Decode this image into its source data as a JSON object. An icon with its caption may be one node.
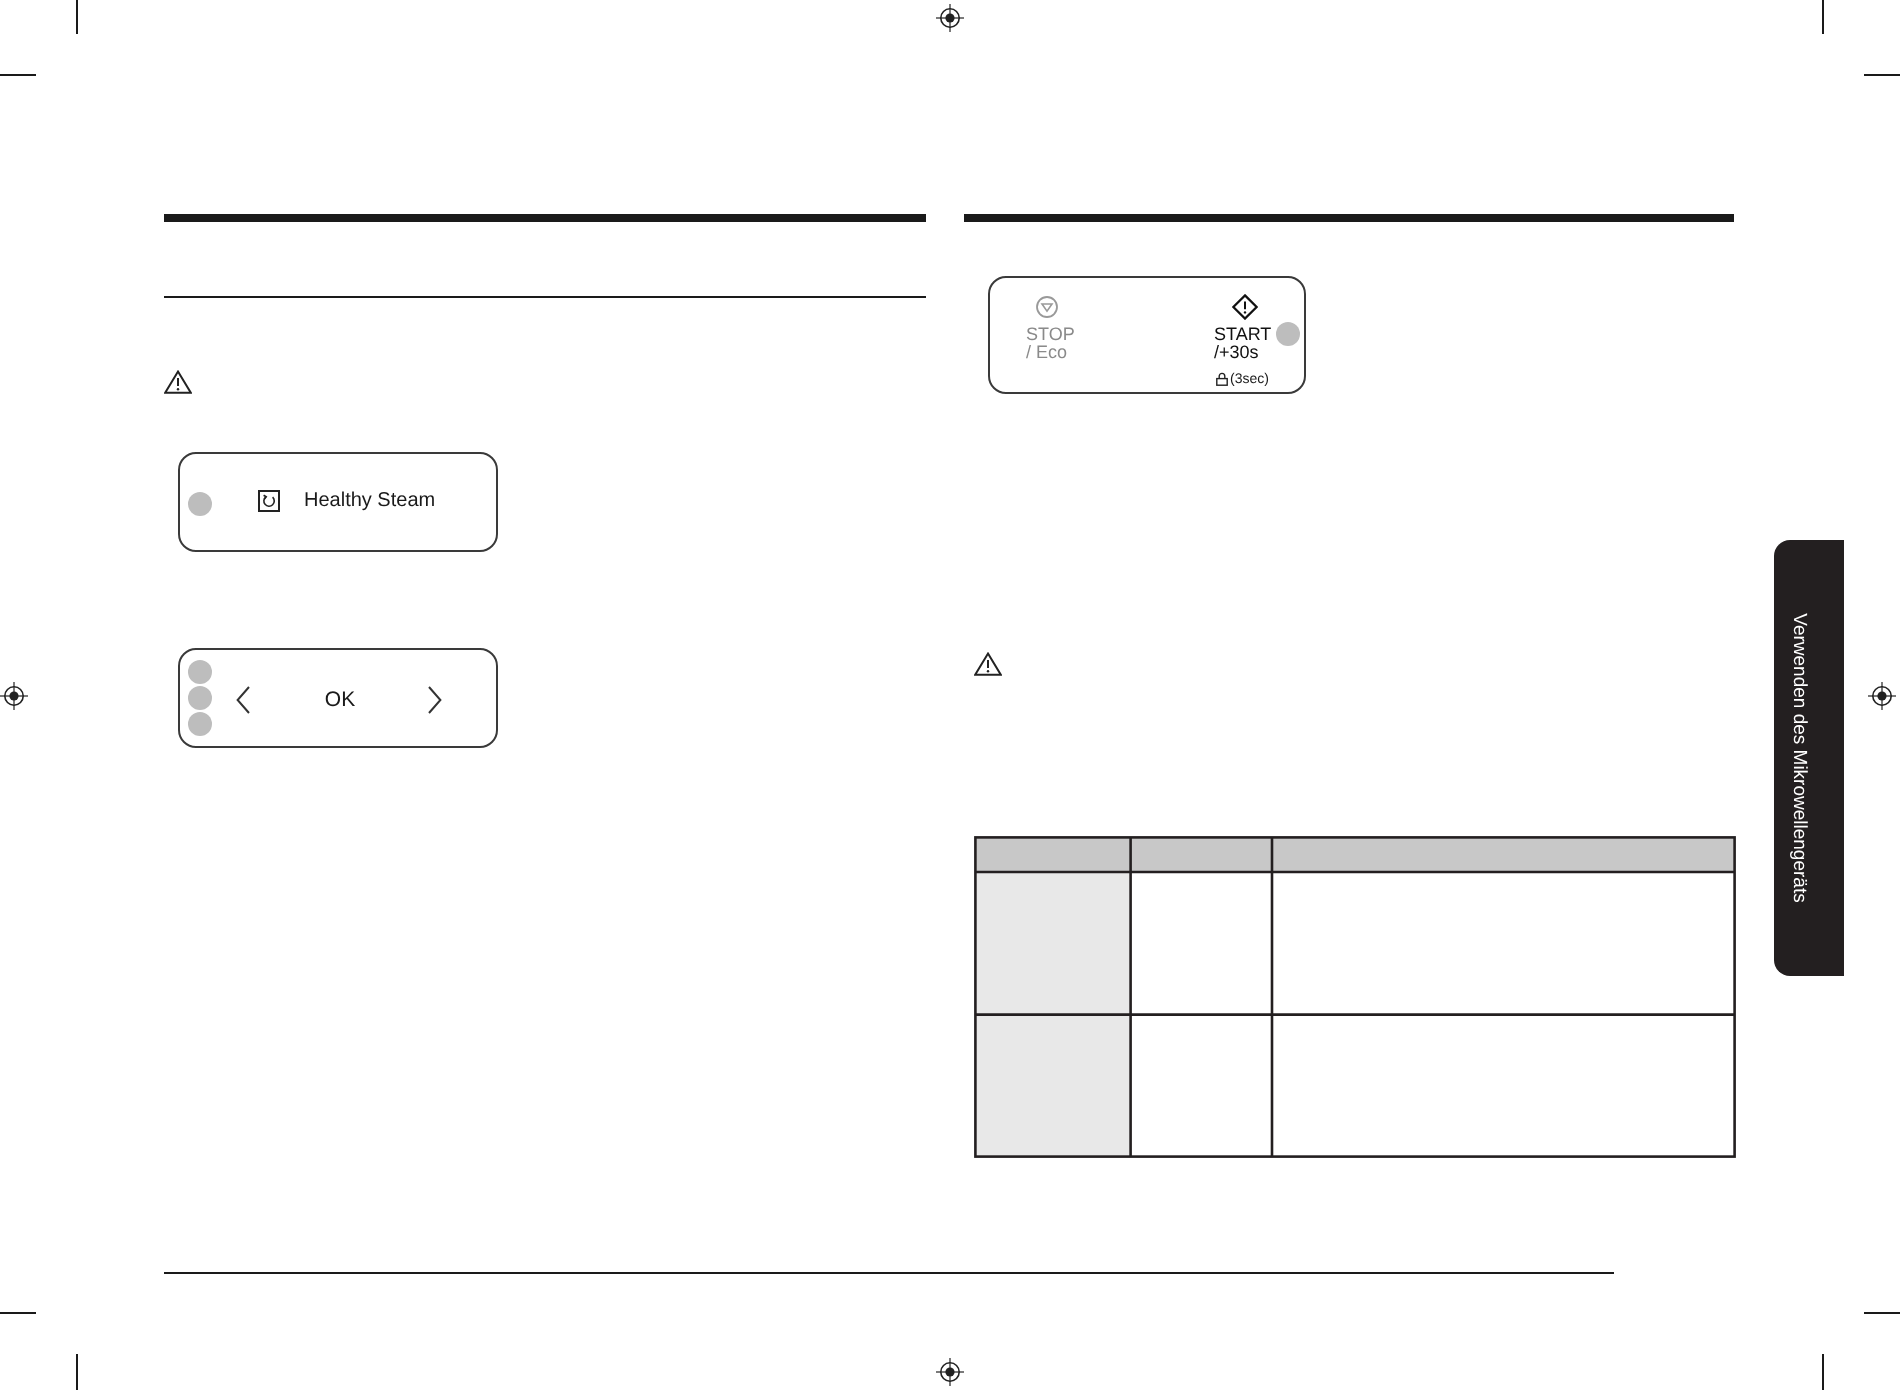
{
  "diagram": {
    "nodes": [
      {
        "text": [
          "Healthy Steam"
        ]
      },
      {
        "text": [
          "OK"
        ]
      },
      {
        "text": [
          "STOP / Eco",
          "START /+30s",
          "(3sec)"
        ]
      },
      {
        "text": [
          "Verwenden des Mikrowellengeräts"
        ]
      }
    ]
  }
}
